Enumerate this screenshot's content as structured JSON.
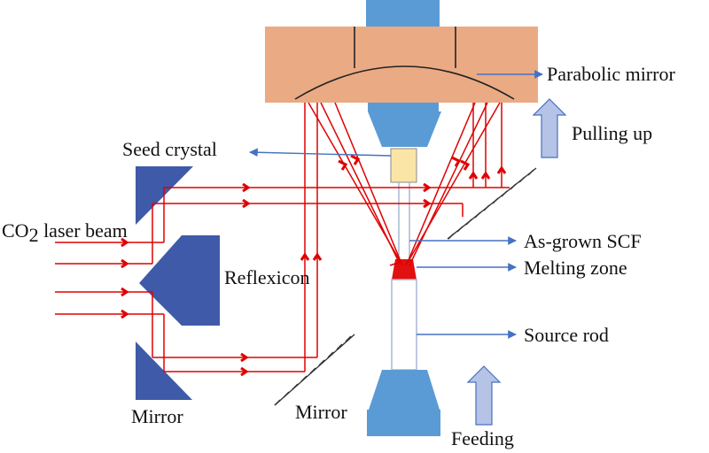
{
  "labels": {
    "parabolic_mirror": "Parabolic mirror",
    "pulling_up": "Pulling up",
    "seed_crystal": "Seed crystal",
    "co2_laser_prefix": "CO",
    "co2_laser_sub": "2",
    "co2_laser_suffix": " laser beam",
    "reflexicon": "Reflexicon",
    "as_grown_scf": "As-grown SCF",
    "melting_zone": "Melting zone",
    "source_rod": "Source rod",
    "mirror_left": "Mirror",
    "mirror_right": "Mirror",
    "feeding": "Feeding"
  },
  "colors": {
    "mirror_block": "#eaaa84",
    "chuck_blue": "#5b9bd5",
    "optic_navy": "#3f5aa8",
    "beam_red": "#e00000",
    "melt_red": "#e31010",
    "seed_yellow": "#fbe5a6",
    "arrow_light": "#b4c3e6",
    "pointer_blue": "#4472c4"
  }
}
